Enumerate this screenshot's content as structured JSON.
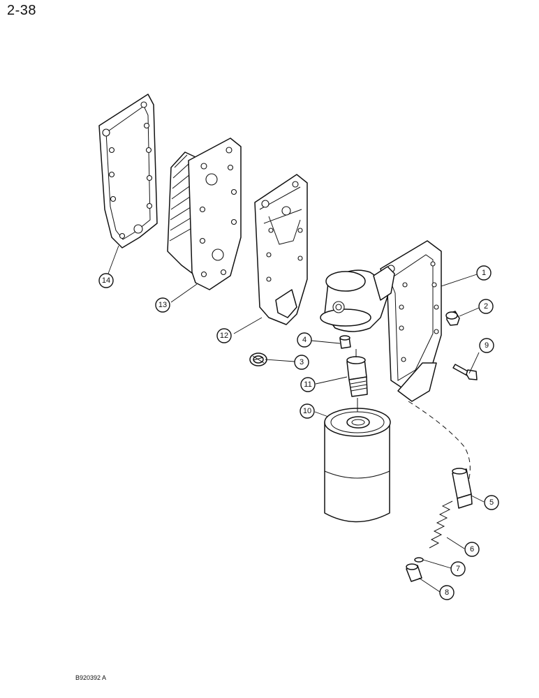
{
  "page": {
    "number": "2-38",
    "figure_code": "B920392 A"
  },
  "callouts": [
    {
      "id": "1",
      "label": "1"
    },
    {
      "id": "2",
      "label": "2"
    },
    {
      "id": "3",
      "label": "3"
    },
    {
      "id": "4",
      "label": "4"
    },
    {
      "id": "5",
      "label": "5"
    },
    {
      "id": "6",
      "label": "6"
    },
    {
      "id": "7",
      "label": "7"
    },
    {
      "id": "8",
      "label": "8"
    },
    {
      "id": "9",
      "label": "9"
    },
    {
      "id": "10",
      "label": "10"
    },
    {
      "id": "11",
      "label": "11"
    },
    {
      "id": "12",
      "label": "12"
    },
    {
      "id": "13",
      "label": "13"
    },
    {
      "id": "14",
      "label": "14"
    }
  ]
}
